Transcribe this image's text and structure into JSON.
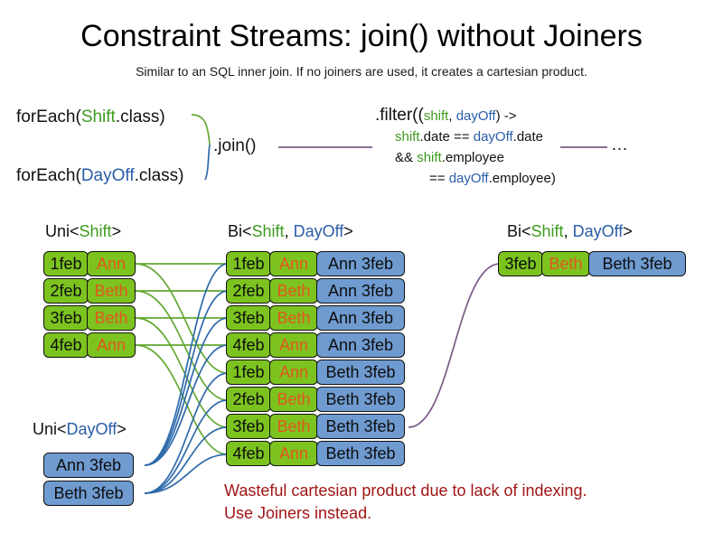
{
  "slide": {
    "title": "Constraint Streams: join() without Joiners",
    "subtitle": "Similar to an SQL inner join. If no joiners are used, it creates a cartesian product."
  },
  "code": {
    "foreach_shift": {
      "prefix": "forEach(",
      "type": "Shift",
      "suffix": ".class)"
    },
    "foreach_dayoff": {
      "prefix": "forEach(",
      "type": "DayOff",
      "suffix": ".class)"
    },
    "join_label": ".join()",
    "ellipsis": "…",
    "filter": {
      "line1_a": ".filter((",
      "line1_shift": "shift",
      "line1_comma": ", ",
      "line1_dayoff": "dayOff",
      "line1_b": ") ->",
      "line2_shift": "shift",
      "line2_mid": ".date == ",
      "line2_dayoff": "dayOff",
      "line2_end": ".date",
      "line3_and": "&& ",
      "line3_shift": "shift",
      "line3_end": ".employee",
      "line4_eq": "== ",
      "line4_dayoff": "dayOff",
      "line4_end": ".employee)"
    }
  },
  "captions": {
    "uni_shift": {
      "prefix": "Uni<",
      "type": "Shift",
      "suffix": ">"
    },
    "bi_left": {
      "prefix": "Bi<",
      "type_a": "Shift",
      "sep": ", ",
      "type_b": "DayOff",
      "suffix": ">"
    },
    "bi_right": {
      "prefix": "Bi<",
      "type_a": "Shift",
      "sep": ", ",
      "type_b": "DayOff",
      "suffix": ">"
    },
    "uni_dayoff": {
      "prefix": "Uni<",
      "type": "DayOff",
      "suffix": ">"
    }
  },
  "shifts": [
    {
      "date": "1feb",
      "employee": "Ann"
    },
    {
      "date": "2feb",
      "employee": "Beth"
    },
    {
      "date": "3feb",
      "employee": "Beth"
    },
    {
      "date": "4feb",
      "employee": "Ann"
    }
  ],
  "dayOffs": [
    {
      "label": "Ann 3feb"
    },
    {
      "label": "Beth 3feb"
    }
  ],
  "cartesian": [
    {
      "date": "1feb",
      "employee": "Ann",
      "dayOff": "Ann 3feb"
    },
    {
      "date": "2feb",
      "employee": "Beth",
      "dayOff": "Ann 3feb"
    },
    {
      "date": "3feb",
      "employee": "Beth",
      "dayOff": "Ann 3feb"
    },
    {
      "date": "4feb",
      "employee": "Ann",
      "dayOff": "Ann 3feb"
    },
    {
      "date": "1feb",
      "employee": "Ann",
      "dayOff": "Beth 3feb"
    },
    {
      "date": "2feb",
      "employee": "Beth",
      "dayOff": "Beth 3feb"
    },
    {
      "date": "3feb",
      "employee": "Beth",
      "dayOff": "Beth 3feb"
    },
    {
      "date": "4feb",
      "employee": "Ann",
      "dayOff": "Beth 3feb"
    }
  ],
  "result": [
    {
      "date": "3feb",
      "employee": "Beth",
      "dayOff": "Beth 3feb"
    }
  ],
  "warning": {
    "line1": "Wasteful cartesian product due to lack of indexing.",
    "line2": "Use Joiners instead."
  },
  "colors": {
    "shift_green_fill": "#7cc320",
    "dayoff_blue_fill": "#6f9bd1",
    "shift_text_green": "#3f9b1f",
    "dayoff_text_blue": "#2a5da8",
    "employee_orange": "#e2571e",
    "warning_red": "#a01515",
    "connector_green": "#63a832",
    "connector_blue": "#2f6bab",
    "connector_purple": "#7a5a86",
    "box_border": "#111111",
    "background": "#ffffff"
  }
}
